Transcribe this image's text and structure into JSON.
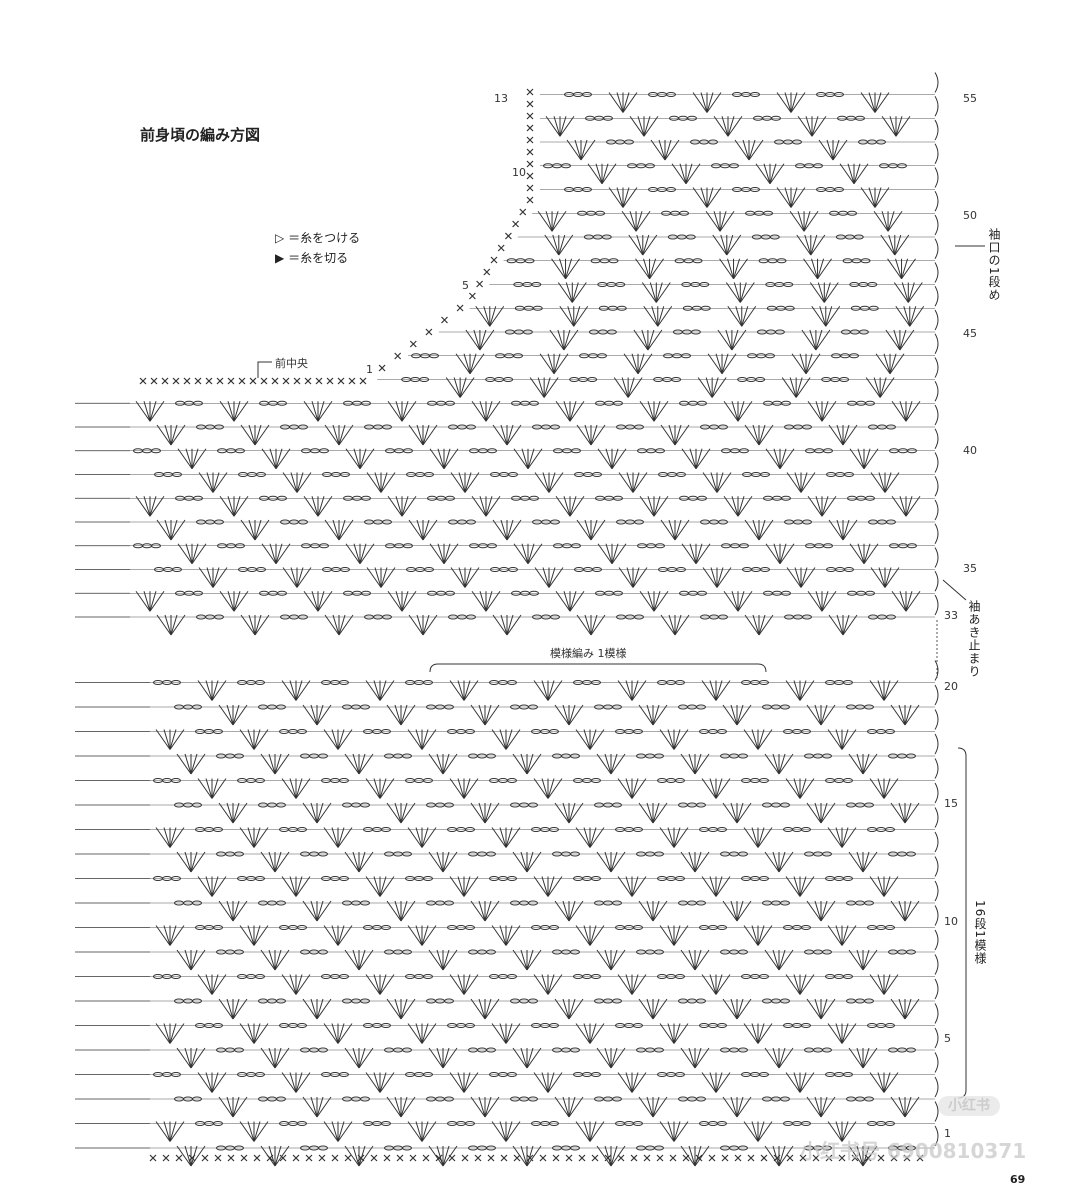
{
  "title": "前身頃の編み方図",
  "legend": [
    {
      "icon": "open-triangle-icon",
      "text": "＝糸をつける"
    },
    {
      "icon": "filled-triangle-icon",
      "text": "＝糸を切る"
    }
  ],
  "labels": {
    "front_center": "前中央",
    "pattern_repeat": "模様編み 1模様",
    "sleeve_row1": "袖口の1段め",
    "armhole_stop": "袖あき止まり",
    "rows_per_repeat": "16段1模様"
  },
  "right_row_numbers": [
    "55",
    "50",
    "45",
    "40",
    "35",
    "33",
    "20",
    "15",
    "10",
    "5",
    "1"
  ],
  "neck_row_numbers": [
    "13",
    "10",
    "5",
    "1"
  ],
  "watermark": {
    "text": "小红书号 6900810371",
    "badge": "小红书"
  },
  "page_number": "69"
}
